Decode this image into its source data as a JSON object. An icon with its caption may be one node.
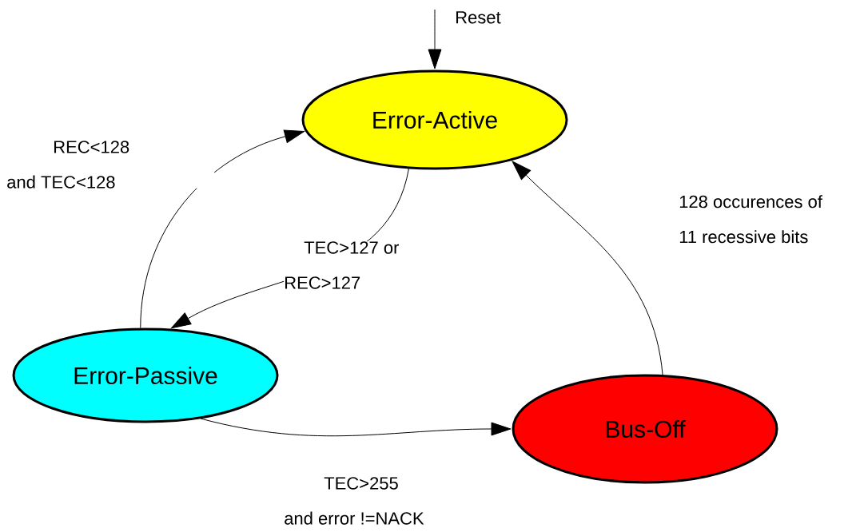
{
  "diagram": {
    "nodes": [
      {
        "text": [
          "Error-Active"
        ]
      },
      {
        "text": [
          "Error-Passive"
        ]
      },
      {
        "text": [
          "Bus-Off"
        ]
      }
    ],
    "edges": [
      {
        "from": null,
        "to": 0,
        "arrow": "to",
        "label": "Reset"
      },
      {
        "from": 1,
        "to": 0,
        "arrow": "to",
        "label": "REC<128 and TEC<128"
      },
      {
        "from": 0,
        "to": 1,
        "arrow": "to",
        "label": "TEC>127 or REC>127"
      },
      {
        "from": 1,
        "to": 2,
        "arrow": "to",
        "label": "TEC>255 and error !=NACK"
      },
      {
        "from": 2,
        "to": 0,
        "arrow": "to",
        "label": "128 occurences of 11 recessive bits"
      }
    ]
  }
}
